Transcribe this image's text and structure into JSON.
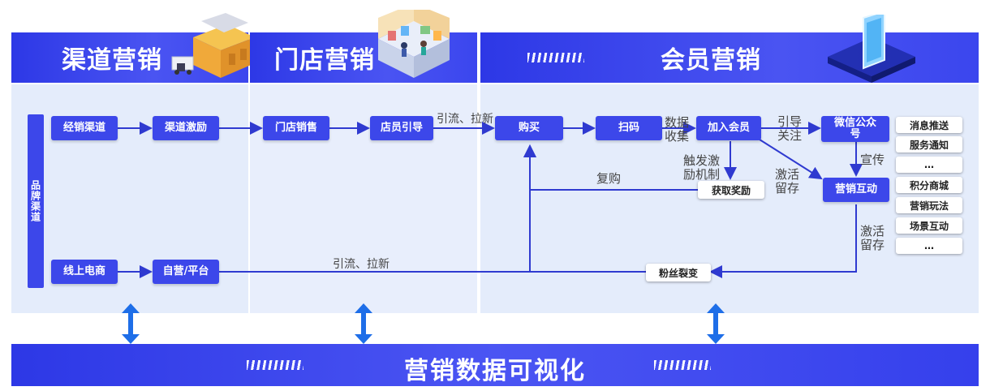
{
  "headers": {
    "channel": "渠道营销",
    "store": "门店营销",
    "member": "会员营销"
  },
  "brand_channel": "品牌渠道",
  "nodes": {
    "distribution": "经销渠道",
    "channel_incentive": "渠道激励",
    "store_sales": "门店销售",
    "clerk_guide": "店员引导",
    "purchase": "购买",
    "scan": "扫码",
    "join_member": "加入会员",
    "wechat": "微信公众号",
    "marketing_interaction": "营销互动",
    "online_ecommerce": "线上电商",
    "self_platform": "自营/平台",
    "get_reward": "获取奖励",
    "fan_fission": "粉丝裂变"
  },
  "labels": {
    "traffic_1": "引流、拉新",
    "data_collect": "数据收集",
    "guide_follow": "引导关注",
    "trigger_incentive": "触发激励机制",
    "repurchase": "复购",
    "activate_1": "激活留存",
    "promote": "宣传",
    "activate_2": "激活留存",
    "traffic_2": "引流、拉新"
  },
  "side_items": [
    "消息推送",
    "服务通知",
    "…",
    "积分商城",
    "营销玩法",
    "场景互动",
    "…"
  ],
  "bottom": "营销数据可视化",
  "colors": {
    "primary": "#3c47ea",
    "arrow": "#2f3ad0",
    "bg": "#e4ecfb",
    "bidir": "#1e6ee8"
  }
}
